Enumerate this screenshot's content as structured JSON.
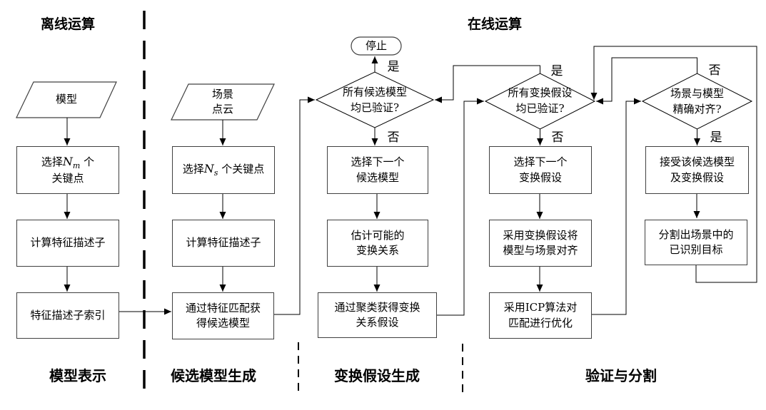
{
  "colors": {
    "background": "#ffffff",
    "wire": "#000000",
    "box_border": "#404040",
    "text": "#000000"
  },
  "headers": {
    "offline": "离线运算",
    "online": "在线运算"
  },
  "section_labels": {
    "model_representation": "模型表示",
    "candidate_generation": "候选模型生成",
    "hypothesis_generation": "变换假设生成",
    "verification_segmentation": "验证与分割"
  },
  "nodes": {
    "model_input": "模型",
    "scene_input": "场景\n点云",
    "select_model_kp": {
      "pre": "选择",
      "sym": "N",
      "sub": "m",
      "post": " 个",
      "line2": "关键点"
    },
    "compute_desc_model": "计算特征描述子",
    "desc_index": "特征描述子索引",
    "select_scene_kp": {
      "pre": "选择",
      "sym": "N",
      "sub": "s",
      "post": " 个关键点",
      "line2": ""
    },
    "compute_desc_scene": "计算特征描述子",
    "feature_match": "通过特征匹配获\n得候选模型",
    "stop": "停止",
    "all_models_verified": "所有候选模型\n均已验证?",
    "select_next_model": "选择下一个\n候选模型",
    "estimate_transform": "估计可能的\n变换关系",
    "cluster_transform": "通过聚类获得变换\n关系假设",
    "all_hypotheses_verified": "所有变换假设\n均已验证?",
    "select_next_hypothesis": "选择下一个\n变换假设",
    "align_model_scene": "采用变换假设将\n模型与场景对齐",
    "icp_refine": "采用ICP算法对\n匹配进行优化",
    "scene_aligned": "场景与模型\n精确对齐?",
    "accept_model": "接受该候选模型\n及变换假设",
    "segment_target": "分割出场景中的\n已识别目标"
  },
  "edge_labels": {
    "yes": "是",
    "no": "否"
  }
}
